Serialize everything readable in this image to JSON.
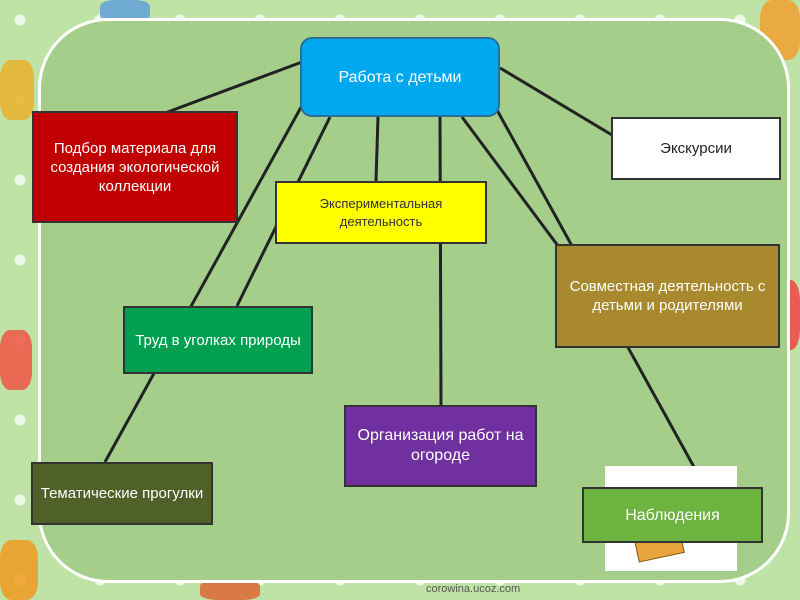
{
  "center": "Работа с детьми",
  "nodes": {
    "podbor": "Подбор материала для создания экологической коллекции",
    "exp": "Экспериментальная деятельность",
    "trud": "Труд в уголках природы",
    "tem": "Тематические прогулки",
    "org": "Организация работ на огороде",
    "eks": "Экскурсии",
    "sov": "Совместная деятельность с детьми и родителями",
    "nab": "Наблюдения"
  },
  "footer": "corowina.ucoz.com",
  "colors": {
    "center": "#00a8f0",
    "podbor": "#c00000",
    "exp": "#ffff00",
    "trud": "#00a050",
    "tem": "#4f6128",
    "org": "#7030a0",
    "eks": "#ffffff",
    "sov": "#a8892e",
    "nab": "#6db33f"
  }
}
